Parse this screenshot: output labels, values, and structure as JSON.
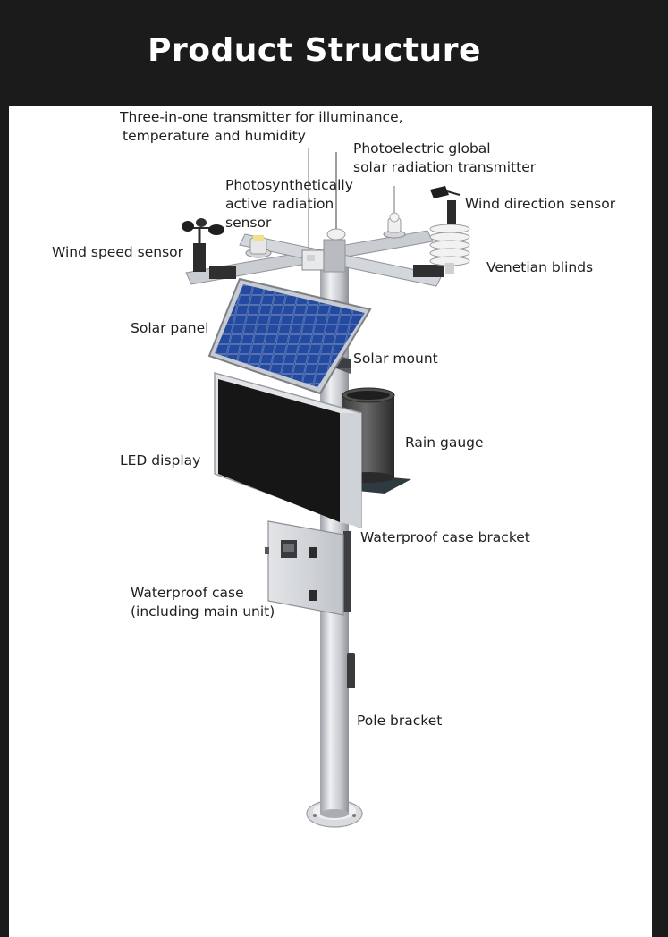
{
  "header": {
    "title": "Product Structure"
  },
  "labels": {
    "three_in_one_line1": "Three-in-one transmitter for illuminance,",
    "three_in_one_line2": "temperature and humidity",
    "photoelectric_line1": "Photoelectric global",
    "photoelectric_line2": "solar radiation transmitter",
    "par_line1": "Photosynthetically",
    "par_line2": "active radiation",
    "par_line3": "sensor",
    "wind_direction": "Wind direction sensor",
    "wind_speed": "Wind speed sensor",
    "venetian_blinds": "Venetian blinds",
    "solar_panel": "Solar panel",
    "solar_mount": "Solar mount",
    "rain_gauge": "Rain gauge",
    "led_display": "LED display",
    "waterproof_bracket": "Waterproof case bracket",
    "waterproof_case_line1": "Waterproof case",
    "waterproof_case_line2": "(including main unit)",
    "pole_bracket": "Pole bracket"
  },
  "colors": {
    "header_bg": "#1b1b1b",
    "panel_bg": "#ffffff",
    "title_text": "#ffffff",
    "label_text": "#1f1f1f",
    "metal": "#c9ccd0",
    "solar_cell": "#1c3c8c",
    "display_screen": "#151515"
  }
}
